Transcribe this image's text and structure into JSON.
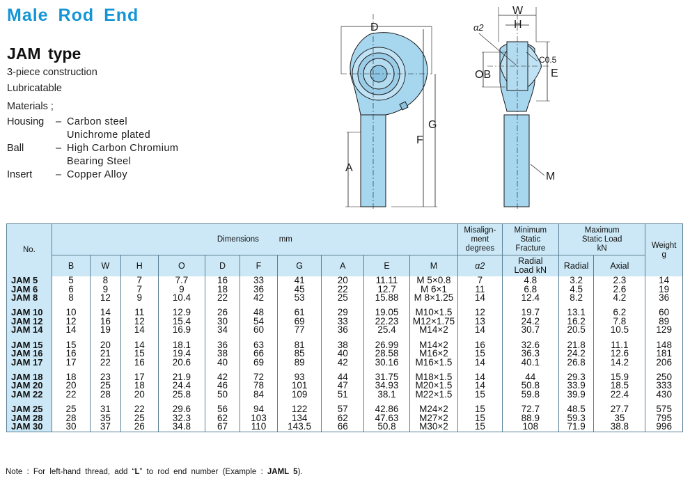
{
  "title": "Male Rod End",
  "subtitle": "JAM type",
  "specs": [
    "3-piece construction",
    "Lubricatable",
    "Materials ;"
  ],
  "materials": [
    {
      "label": "Housing",
      "dash": "–",
      "lines": [
        "Carbon steel",
        "Unichrome plated"
      ]
    },
    {
      "label": "Ball",
      "dash": "–",
      "lines": [
        "High Carbon Chromium",
        "Bearing Steel"
      ]
    },
    {
      "label": "Insert",
      "dash": "–",
      "lines": [
        "Copper Alloy"
      ]
    }
  ],
  "drawing_labels": {
    "D": "D",
    "G": "G",
    "F": "F",
    "A": "A",
    "W": "W",
    "H": "H",
    "alpha": "α2",
    "C": "C0.5",
    "OB": "OB",
    "E": "E",
    "M": "M"
  },
  "table": {
    "no_header": "No.",
    "dimensions_header": "Dimensions",
    "dimensions_unit": "mm",
    "misalign_header": "Misalign-\nment\ndegrees",
    "fracture_header": "Minimum\nStatic\nFracture",
    "fracture_sub": "Radial\nLoad  kN",
    "static_header": "Maximum\nStatic Load\nkN",
    "weight_header": "Weight\ng",
    "columns": [
      "B",
      "W",
      "H",
      "O",
      "D",
      "F",
      "G",
      "A",
      "E",
      "M"
    ],
    "misalign_sub": "α2",
    "static_sub": [
      "Radial",
      "Axial"
    ],
    "groups": [
      [
        [
          "JAM  5",
          "5",
          "8",
          "7",
          "7.7",
          "16",
          "33",
          "41",
          "20",
          "11.11",
          "M  5×0.8",
          "7",
          "4.8",
          "3.2",
          "2.3",
          "14"
        ],
        [
          "JAM  6",
          "6",
          "9",
          "7",
          "9",
          "18",
          "36",
          "45",
          "22",
          "12.7",
          "M  6×1",
          "11",
          "6.8",
          "4.5",
          "2.6",
          "19"
        ],
        [
          "JAM  8",
          "8",
          "12",
          "9",
          "10.4",
          "22",
          "42",
          "53",
          "25",
          "15.88",
          "M  8×1.25",
          "14",
          "12.4",
          "8.2",
          "4.2",
          "36"
        ]
      ],
      [
        [
          "JAM 10",
          "10",
          "14",
          "11",
          "12.9",
          "26",
          "48",
          "61",
          "29",
          "19.05",
          "M10×1.5",
          "12",
          "19.7",
          "13.1",
          "6.2",
          "60"
        ],
        [
          "JAM 12",
          "12",
          "16",
          "12",
          "15.4",
          "30",
          "54",
          "69",
          "33",
          "22.23",
          "M12×1.75",
          "13",
          "24.2",
          "16.2",
          "7.8",
          "89"
        ],
        [
          "JAM 14",
          "14",
          "19",
          "14",
          "16.9",
          "34",
          "60",
          "77",
          "36",
          "25.4",
          "M14×2",
          "14",
          "30.7",
          "20.5",
          "10.5",
          "129"
        ]
      ],
      [
        [
          "JAM 15",
          "15",
          "20",
          "14",
          "18.1",
          "36",
          "63",
          "81",
          "38",
          "26.99",
          "M14×2",
          "16",
          "32.6",
          "21.8",
          "11.1",
          "148"
        ],
        [
          "JAM 16",
          "16",
          "21",
          "15",
          "19.4",
          "38",
          "66",
          "85",
          "40",
          "28.58",
          "M16×2",
          "15",
          "36.3",
          "24.2",
          "12.6",
          "181"
        ],
        [
          "JAM 17",
          "17",
          "22",
          "16",
          "20.6",
          "40",
          "69",
          "89",
          "42",
          "30.16",
          "M16×1.5",
          "14",
          "40.1",
          "26.8",
          "14.2",
          "206"
        ]
      ],
      [
        [
          "JAM 18",
          "18",
          "23",
          "17",
          "21.9",
          "42",
          "72",
          "93",
          "44",
          "31.75",
          "M18×1.5",
          "14",
          "44",
          "29.3",
          "15.9",
          "250"
        ],
        [
          "JAM 20",
          "20",
          "25",
          "18",
          "24.4",
          "46",
          "78",
          "101",
          "47",
          "34.93",
          "M20×1.5",
          "14",
          "50.8",
          "33.9",
          "18.5",
          "333"
        ],
        [
          "JAM 22",
          "22",
          "28",
          "20",
          "25.8",
          "50",
          "84",
          "109",
          "51",
          "38.1",
          "M22×1.5",
          "15",
          "59.8",
          "39.9",
          "22.4",
          "430"
        ]
      ],
      [
        [
          "JAM 25",
          "25",
          "31",
          "22",
          "29.6",
          "56",
          "94",
          "122",
          "57",
          "42.86",
          "M24×2",
          "15",
          "72.7",
          "48.5",
          "27.7",
          "575"
        ],
        [
          "JAM 28",
          "28",
          "35",
          "25",
          "32.3",
          "62",
          "103",
          "134",
          "62",
          "47.63",
          "M27×2",
          "15",
          "88.9",
          "59.3",
          "35",
          "795"
        ],
        [
          "JAM 30",
          "30",
          "37",
          "26",
          "34.8",
          "67",
          "110",
          "143.5",
          "66",
          "50.8",
          "M30×2",
          "15",
          "108",
          "71.9",
          "38.8",
          "996"
        ]
      ]
    ]
  },
  "note": {
    "prefix": "Note :   For left-hand  thread,  add  “",
    "letter": "L",
    "middle": "”  to  rod end  number  (Example  :  ",
    "example": "JAML 5",
    "suffix": ")."
  },
  "colors": {
    "title": "#1496d6",
    "part_fill": "#a7d6ef",
    "header_fill": "#cce8f6"
  }
}
